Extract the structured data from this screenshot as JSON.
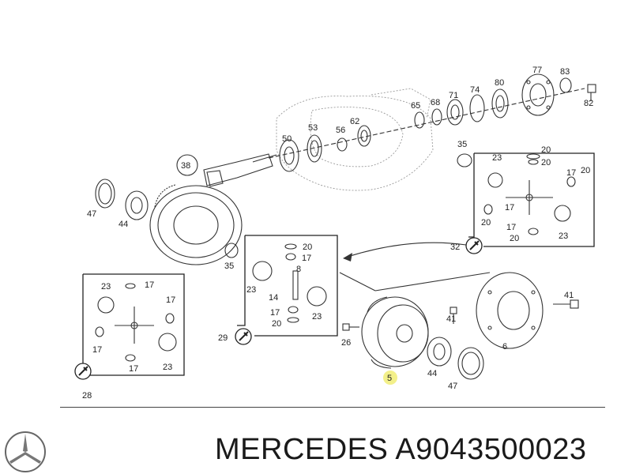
{
  "callouts": {
    "p5": "5",
    "p6": "6",
    "p8": "8",
    "p14": "14",
    "p17a": "17",
    "p17b": "17",
    "p17c": "17",
    "p17d": "17",
    "p17e": "17",
    "p17f": "17",
    "p17g": "17",
    "p17h": "17",
    "p17i": "17",
    "p20a": "20",
    "p20b": "20",
    "p20c": "20",
    "p20d": "20",
    "p20e": "20",
    "p20f": "20",
    "p20g": "20",
    "p23a": "23",
    "p23b": "23",
    "p23c": "23",
    "p23d": "23",
    "p23e": "23",
    "p23f": "23",
    "p26": "26",
    "p28": "28",
    "p29": "29",
    "p32": "32",
    "p35a": "35",
    "p35b": "35",
    "p38": "38",
    "p41a": "41",
    "p41b": "41",
    "p44a": "44",
    "p44b": "44",
    "p47a": "47",
    "p47b": "47",
    "p50": "50",
    "p53": "53",
    "p56": "56",
    "p62": "62",
    "p65": "65",
    "p68": "68",
    "p71": "71",
    "p74": "74",
    "p77": "77",
    "p80": "80",
    "p82": "82",
    "p83": "83"
  },
  "footer": {
    "brand_text": "MERCEDES A9043500023"
  },
  "colors": {
    "line": "#333333",
    "highlight": "#f3f08a",
    "background": "#ffffff"
  },
  "icons": {
    "logo": "mercedes-star-logo",
    "wrench": "wrench-icon"
  }
}
